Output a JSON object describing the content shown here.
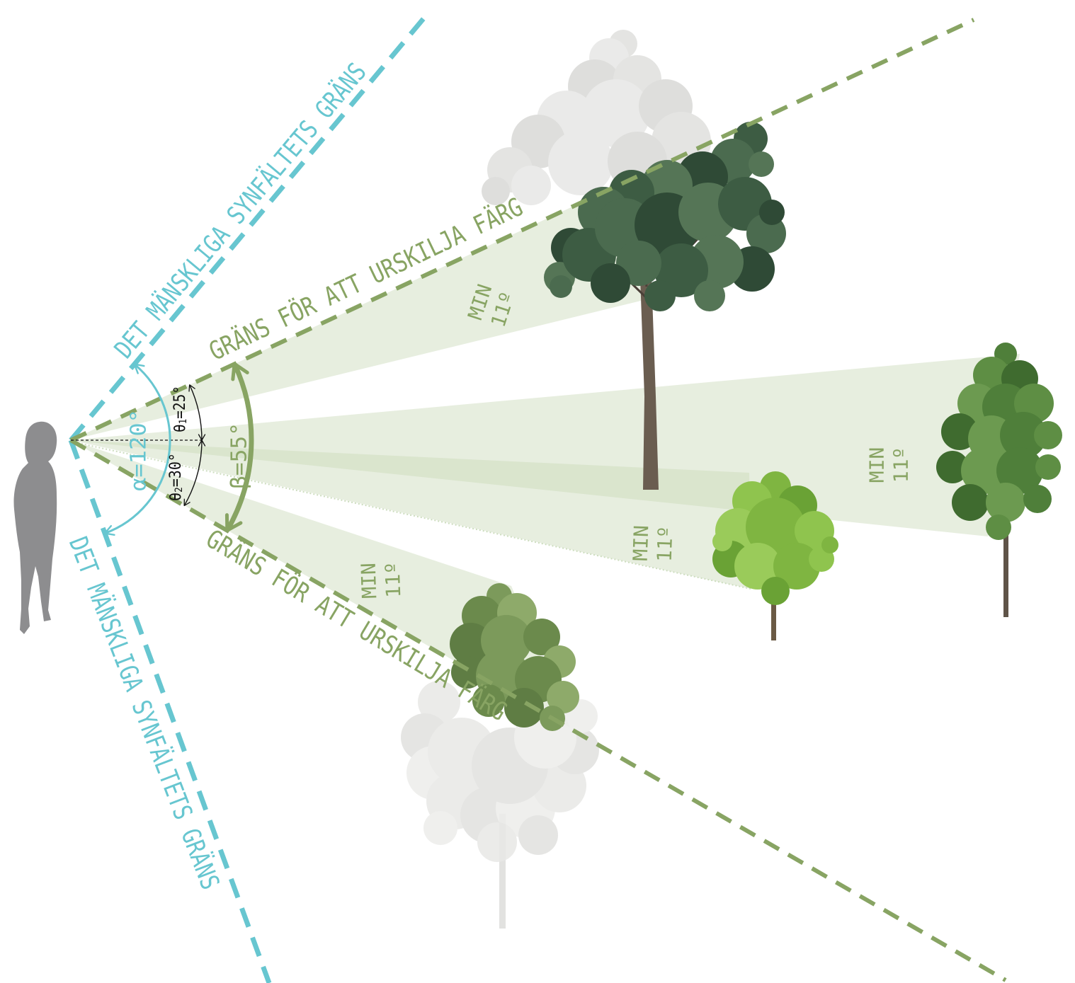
{
  "diagram": {
    "vision_limit": {
      "top_label": "DET MÄNSKLIGA SYNFÄLTETS GRÄNS",
      "bottom_label": "DET MÄNSKLIGA SYNFÄLTETS GRÄNS"
    },
    "color_limit": {
      "top_label": "GRÄNS FÖR ATT URSKILJA FÄRG",
      "bottom_label": "GRÄNS FÖR ATT URSKILJA FÄRG"
    },
    "angles": {
      "alpha": "α=120°",
      "beta": "β=55°",
      "theta1": {
        "symbol": "θ",
        "subscript": "1",
        "value": "=25°"
      },
      "theta2": {
        "symbol": "θ",
        "subscript": "2",
        "value": "=30°"
      }
    },
    "min_labels": [
      {
        "line1": "MIN",
        "line2": "11º"
      },
      {
        "line1": "MIN",
        "line2": "11º"
      },
      {
        "line1": "MIN",
        "line2": "11º"
      },
      {
        "line1": "MIN",
        "line2": "11º"
      }
    ]
  },
  "colors": {
    "vision_limit": "#67c6d0",
    "color_limit": "#88a463",
    "sight_beam": "#c9d9b8",
    "silhouette": "#8d8d8f",
    "angle_text": "#111111"
  }
}
